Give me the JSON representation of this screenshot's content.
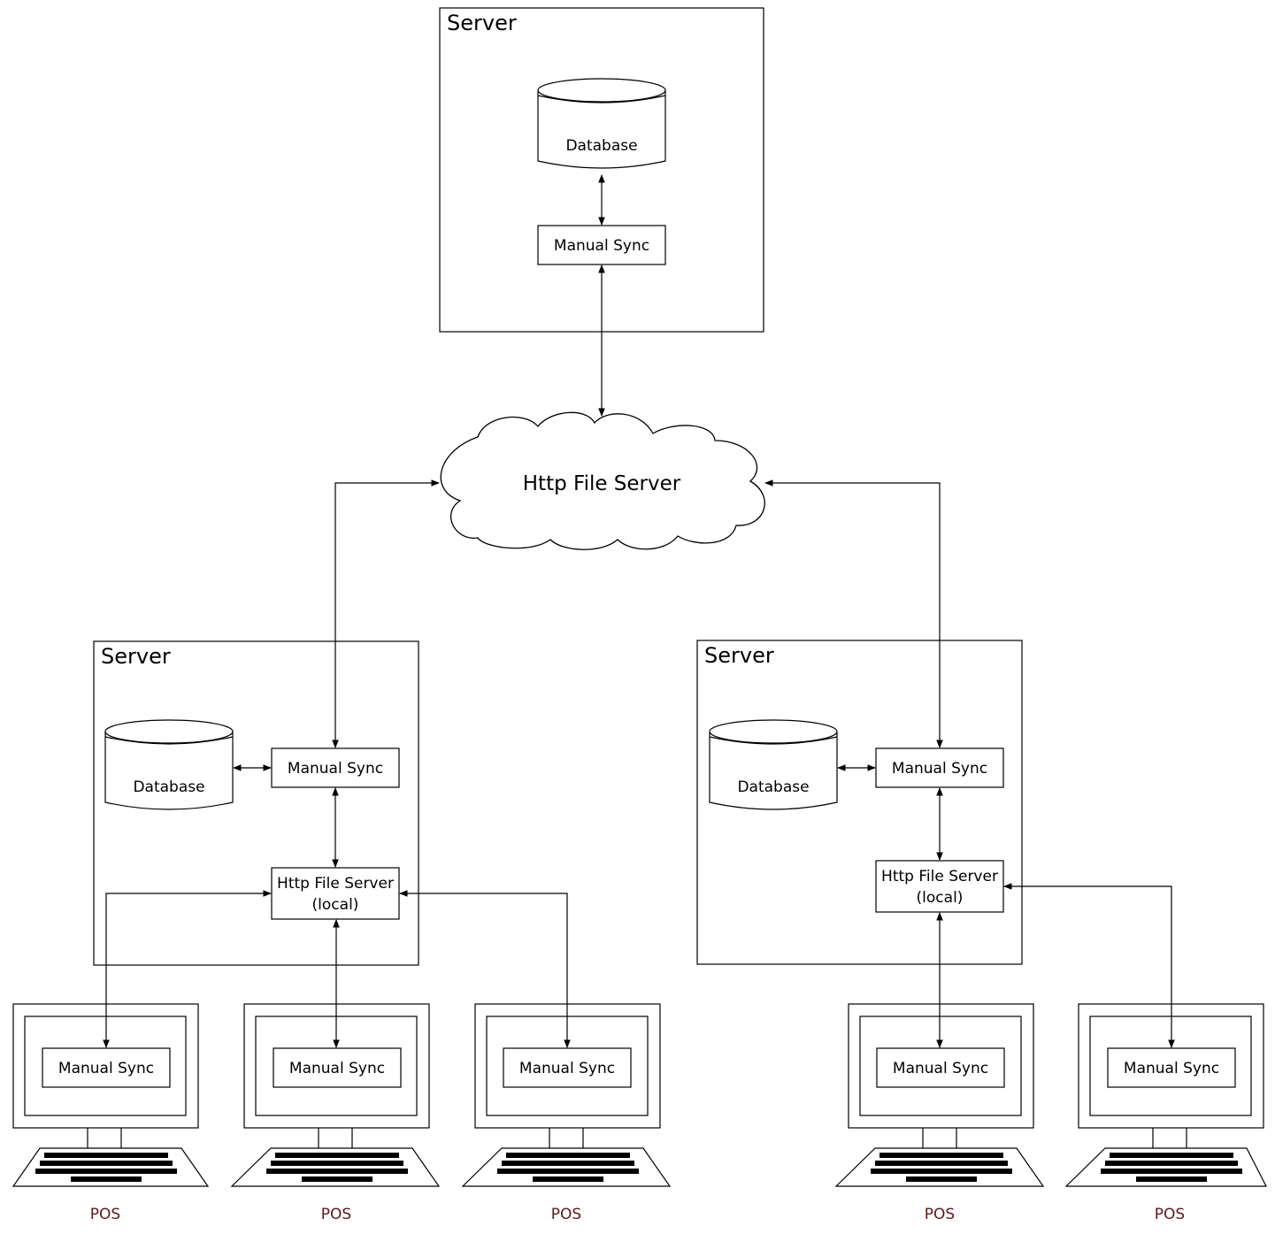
{
  "top_server": {
    "title": "Server",
    "database": "Database",
    "sync": "Manual Sync"
  },
  "cloud": {
    "label": "Http File Server"
  },
  "left_server": {
    "title": "Server",
    "database": "Database",
    "sync": "Manual Sync",
    "http_line1": "Http File Server",
    "http_line2": "(local)"
  },
  "right_server": {
    "title": "Server",
    "database": "Database",
    "sync": "Manual Sync",
    "http_line1": "Http File Server",
    "http_line2": "(local)"
  },
  "terminals": [
    {
      "sync": "Manual Sync",
      "label": "POS"
    },
    {
      "sync": "Manual Sync",
      "label": "POS"
    },
    {
      "sync": "Manual Sync",
      "label": "POS"
    },
    {
      "sync": "Manual Sync",
      "label": "POS"
    },
    {
      "sync": "Manual Sync",
      "label": "POS"
    }
  ],
  "colors": {
    "stroke": "#000000",
    "pos_label": "#5a1a1a"
  }
}
